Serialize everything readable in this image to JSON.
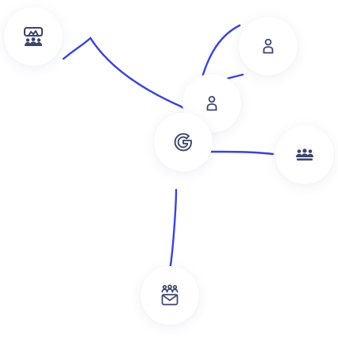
{
  "diagram": {
    "accent_color": "#3a44d8",
    "icon_color": "#3b466e",
    "google_letter": "G",
    "nodes": [
      {
        "id": "photo",
        "icon": "users-photo-icon"
      },
      {
        "id": "user-tr",
        "icon": "user-icon"
      },
      {
        "id": "user-mid",
        "icon": "user-icon"
      },
      {
        "id": "google",
        "icon": "google-icon"
      },
      {
        "id": "group-r",
        "icon": "users-group-icon"
      },
      {
        "id": "community",
        "icon": "community-mail-icon"
      }
    ],
    "connections": [
      {
        "from": "photo",
        "to": "user-mid"
      },
      {
        "from": "user-tr",
        "to": "user-mid"
      },
      {
        "from": "user-tr",
        "to": "google"
      },
      {
        "from": "google",
        "to": "group-r"
      },
      {
        "from": "google",
        "to": "community"
      }
    ]
  }
}
